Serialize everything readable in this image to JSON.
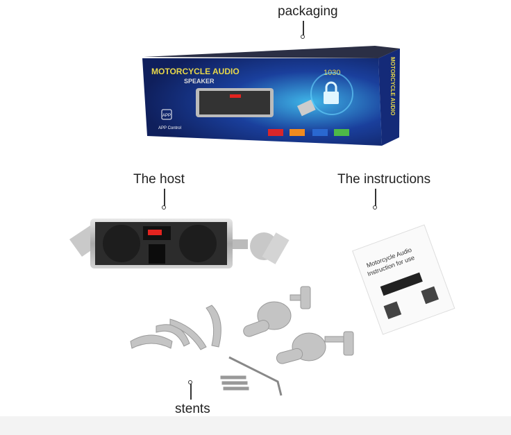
{
  "labels": {
    "packaging": "packaging",
    "host": "The host",
    "instructions": "The instructions",
    "stents": "stents"
  },
  "box": {
    "title": "MOTORCYCLE AUDIO",
    "subtitle": "SPEAKER",
    "model": "1030",
    "side_title": "MOTORCYCLE AUDIO",
    "app_badge": "APP",
    "app_caption": "APP Control"
  },
  "manual": {
    "title_line1": "Motorcycle Audio",
    "title_line2": "Instruction for use"
  },
  "colors": {
    "box_blue": "#16307a",
    "box_title_yellow": "#e8d84a",
    "display_red": "#e3231f"
  }
}
